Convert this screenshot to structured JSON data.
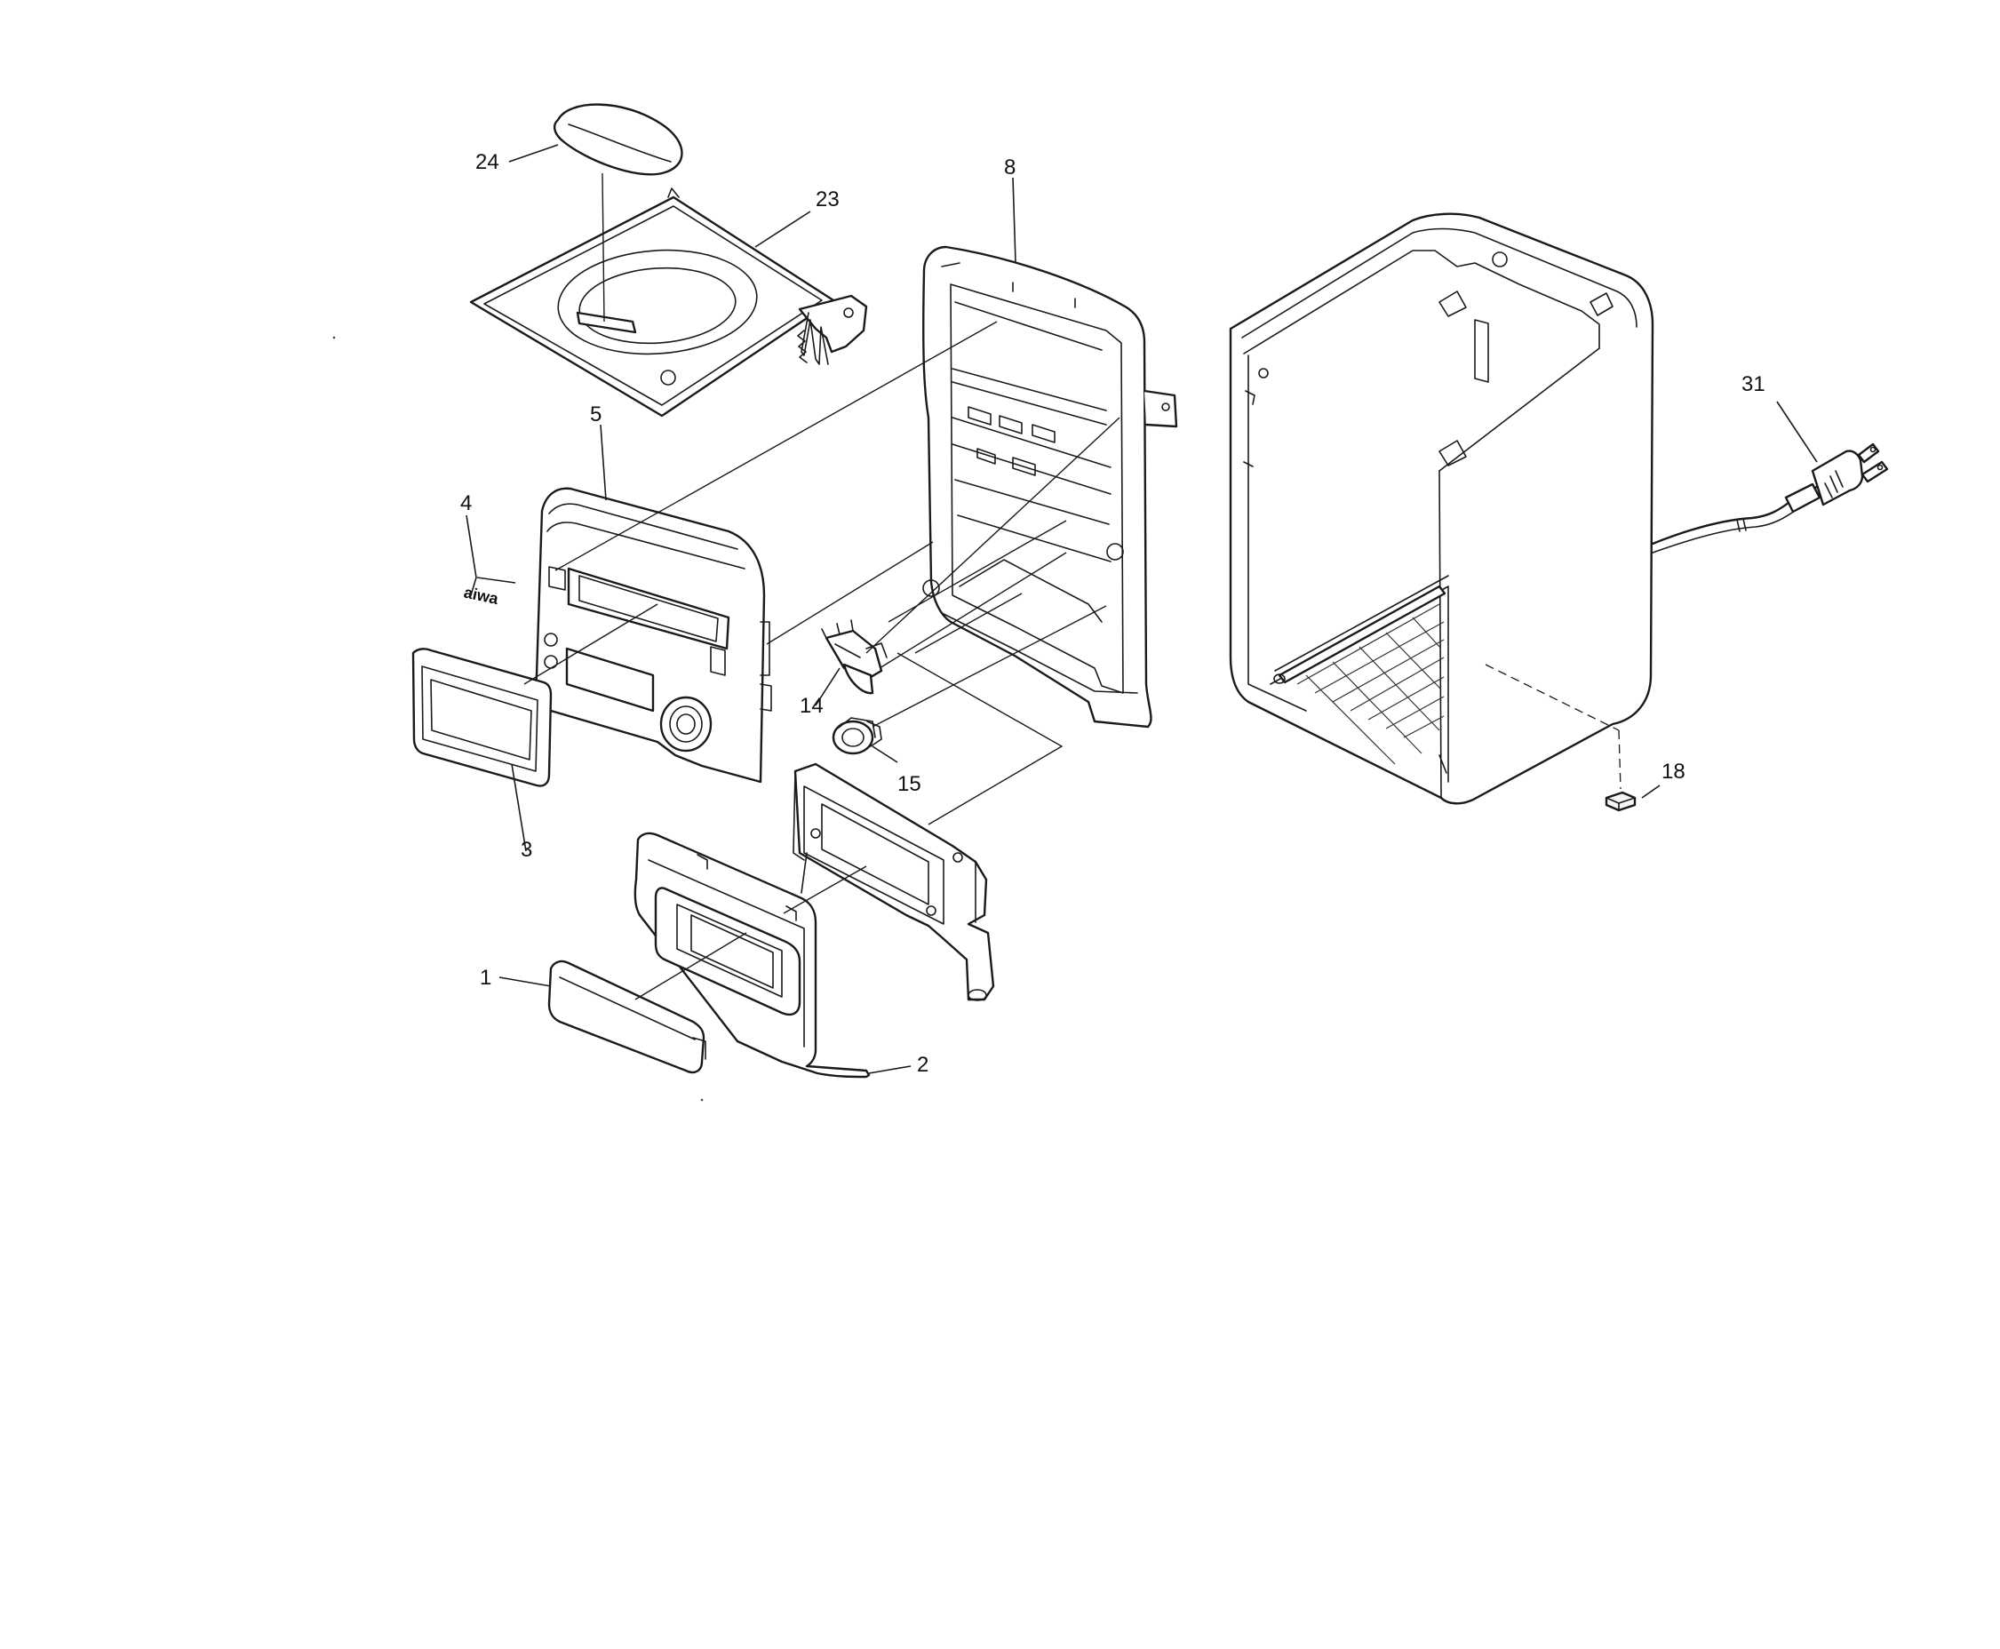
{
  "diagram": {
    "type": "exploded-parts-diagram",
    "callouts": {
      "c1": "1",
      "c2": "2",
      "c3": "3",
      "c4": "4",
      "c5": "5",
      "c8": "8",
      "c14": "14",
      "c15": "15",
      "c18": "18",
      "c23": "23",
      "c24": "24",
      "c31": "31"
    },
    "brand_mark": "aiwa"
  }
}
